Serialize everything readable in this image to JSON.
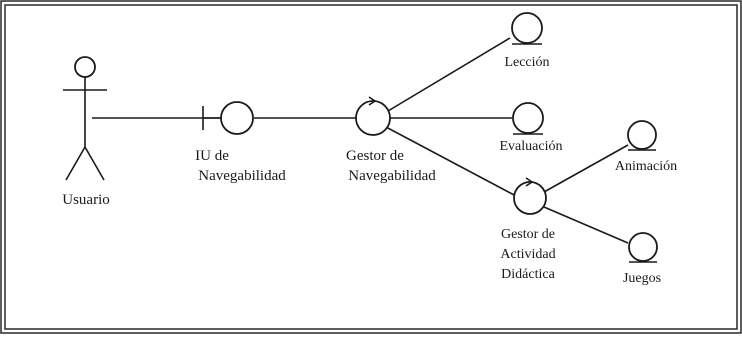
{
  "diagram": {
    "actor": {
      "name": "Usuario"
    },
    "boundary": {
      "label_line1": "IU de",
      "label_line2": "Navegabilidad"
    },
    "controls": {
      "gestor_navegabilidad": {
        "label_line1": "Gestor de",
        "label_line2": "Navegabilidad"
      },
      "gestor_actividad": {
        "label_line1": "Gestor de",
        "label_line2": "Actividad",
        "label_line3": "Didáctica"
      }
    },
    "entities": {
      "leccion": "Lección",
      "evaluacion": "Evaluación",
      "animacion": "Animación",
      "juegos": "Juegos"
    }
  }
}
